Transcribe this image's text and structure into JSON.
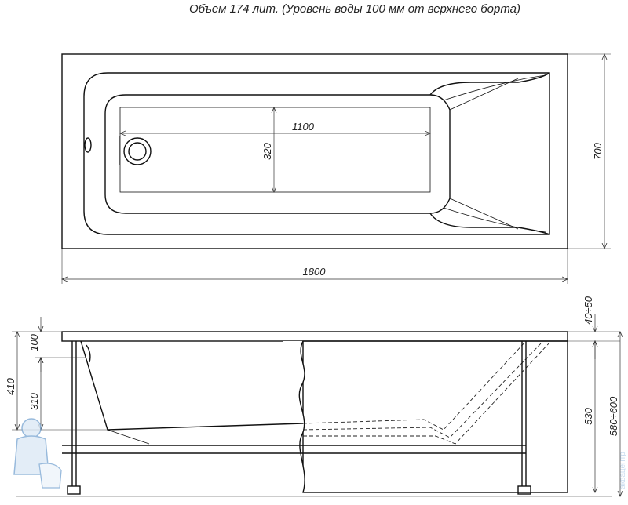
{
  "title": "Объем 174 лит. (Уровень воды 100 мм от верхнего борта)",
  "top_view": {
    "inner_length": "1100",
    "inner_width": "320",
    "overall_width": "700",
    "overall_length": "1800"
  },
  "side_view": {
    "rim_adjust": "40÷50",
    "water_gap": "100",
    "overall_height": "410",
    "bottom_height": "310",
    "panel_height": "530",
    "leg_height": "580÷600"
  },
  "watermark": {
    "text": "аквацентр",
    "colors": {
      "light": "#b9d3ea",
      "mid": "#7fa9d4"
    }
  }
}
